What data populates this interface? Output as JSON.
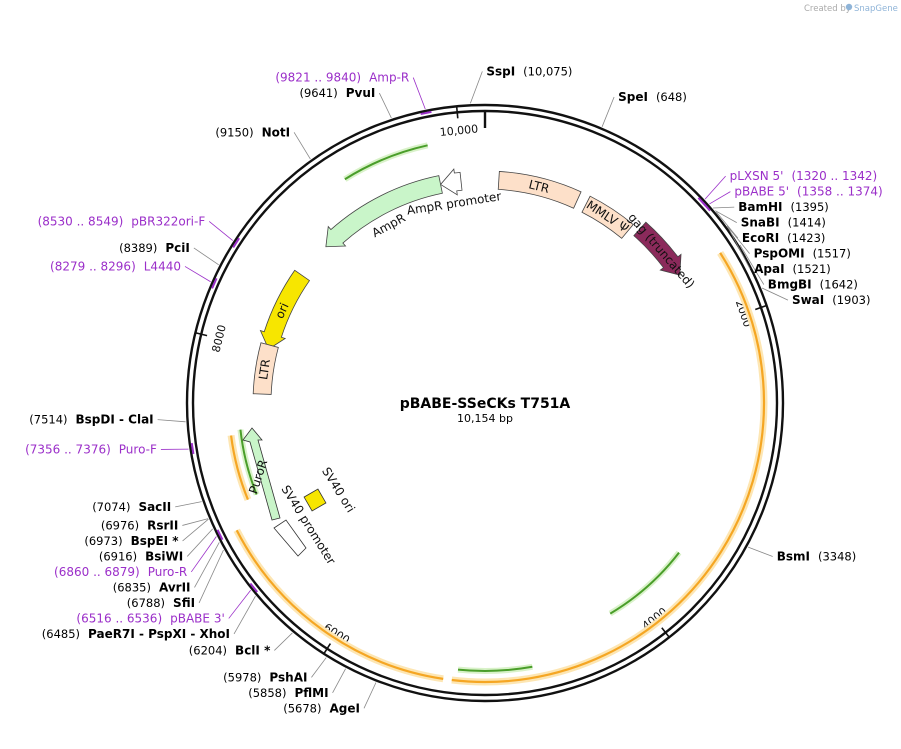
{
  "credit": {
    "prefix": "Created by",
    "brand": "SnapGene"
  },
  "plasmid": {
    "name": "pBABE-SSeCKs T751A",
    "size_label": "10,154 bp",
    "length": 10154
  },
  "colors": {
    "primer": "#9b2fc9",
    "gag": "#8b2a5b",
    "ampr": "#c9f5c9",
    "ori": "#f7e600",
    "ltr": "#fde0c9",
    "orf_fill": "#f5a623",
    "orf_glow": "#fde6b3",
    "green_orf": "#4a9e2a"
  },
  "ticks": [
    {
      "pos": 2000,
      "label": "2000"
    },
    {
      "pos": 4000,
      "label": "4000"
    },
    {
      "pos": 6000,
      "label": "6000"
    },
    {
      "pos": 8000,
      "label": "8000"
    },
    {
      "pos": 10000,
      "label": "10,000"
    }
  ],
  "enzymes": [
    {
      "name": "SspI",
      "pos_label": "(10,075)",
      "pos": 10075,
      "side": "right"
    },
    {
      "name": "SpeI",
      "pos_label": "(648)",
      "pos": 648,
      "side": "right"
    },
    {
      "name": "BamHI",
      "pos_label": "(1395)",
      "pos": 1395,
      "side": "right"
    },
    {
      "name": "SnaBI",
      "pos_label": "(1414)",
      "pos": 1414,
      "side": "right"
    },
    {
      "name": "EcoRI",
      "pos_label": "(1423)",
      "pos": 1423,
      "side": "right"
    },
    {
      "name": "PspOMI",
      "pos_label": "(1517)",
      "pos": 1517,
      "side": "right"
    },
    {
      "name": "ApaI",
      "pos_label": "(1521)",
      "pos": 1521,
      "side": "right"
    },
    {
      "name": "BmgBI",
      "pos_label": "(1642)",
      "pos": 1642,
      "side": "right"
    },
    {
      "name": "SwaI",
      "pos_label": "(1903)",
      "pos": 1903,
      "side": "right"
    },
    {
      "name": "BsmI",
      "pos_label": "(3348)",
      "pos": 3348,
      "side": "right"
    },
    {
      "name": "AgeI",
      "pos_label": "(5678)",
      "pos": 5678,
      "side": "left"
    },
    {
      "name": "PflMI",
      "pos_label": "(5858)",
      "pos": 5858,
      "side": "left"
    },
    {
      "name": "PshAI",
      "pos_label": "(5978)",
      "pos": 5978,
      "side": "left"
    },
    {
      "name": "BclI *",
      "pos_label": "(6204)",
      "pos": 6204,
      "side": "left"
    },
    {
      "name": "PaeR7I  -  PspXI  -  XhoI",
      "pos_label": "(6485)",
      "pos": 6485,
      "side": "left"
    },
    {
      "name": "SfiI",
      "pos_label": "(6788)",
      "pos": 6788,
      "side": "left"
    },
    {
      "name": "AvrII",
      "pos_label": "(6835)",
      "pos": 6835,
      "side": "left"
    },
    {
      "name": "BsiWI",
      "pos_label": "(6916)",
      "pos": 6916,
      "side": "left"
    },
    {
      "name": "BspEI *",
      "pos_label": "(6973)",
      "pos": 6973,
      "side": "left"
    },
    {
      "name": "RsrII",
      "pos_label": "(6976)",
      "pos": 6976,
      "side": "left"
    },
    {
      "name": "SacII",
      "pos_label": "(7074)",
      "pos": 7074,
      "side": "left"
    },
    {
      "name": "BspDI  -  ClaI",
      "pos_label": "(7514)",
      "pos": 7514,
      "side": "left"
    },
    {
      "name": "PciI",
      "pos_label": "(8389)",
      "pos": 8389,
      "side": "left"
    },
    {
      "name": "NotI",
      "pos_label": "(9150)",
      "pos": 9150,
      "side": "left"
    },
    {
      "name": "PvuI",
      "pos_label": "(9641)",
      "pos": 9641,
      "side": "left"
    }
  ],
  "primers": [
    {
      "name": "Amp-R",
      "range_label": "(9821 .. 9840)",
      "pos": 9830,
      "side": "left"
    },
    {
      "name": "pLXSN 5'",
      "range_label": "(1320 .. 1342)",
      "pos": 1331,
      "side": "right"
    },
    {
      "name": "pBABE 5'",
      "range_label": "(1358 .. 1374)",
      "pos": 1366,
      "side": "right"
    },
    {
      "name": "pBR322ori-F",
      "range_label": "(8530 .. 8549)",
      "pos": 8540,
      "side": "left"
    },
    {
      "name": "L4440",
      "range_label": "(8279 .. 8296)",
      "pos": 8288,
      "side": "left"
    },
    {
      "name": "Puro-F",
      "range_label": "(7356 .. 7376)",
      "pos": 7366,
      "side": "left"
    },
    {
      "name": "Puro-R",
      "range_label": "(6860 .. 6879)",
      "pos": 6870,
      "side": "left"
    },
    {
      "name": "pBABE 3'",
      "range_label": "(6516 .. 6536)",
      "pos": 6526,
      "side": "left"
    }
  ],
  "features": [
    {
      "name": "LTR",
      "start": 100,
      "end": 690,
      "kind": "ltr"
    },
    {
      "name": "MMLV Ψ",
      "start": 760,
      "end": 1120,
      "kind": "ltr"
    },
    {
      "name": "gag (truncated)",
      "start": 1175,
      "end": 1600,
      "kind": "gag"
    },
    {
      "name": "AmpR promoter",
      "start": 9830,
      "end": 9980,
      "kind": "prom"
    },
    {
      "name": "AmpR",
      "start": 8870,
      "end": 9830,
      "kind": "ampr"
    },
    {
      "name": "ori",
      "start": 8010,
      "end": 8600,
      "kind": "ori"
    },
    {
      "name": "LTR",
      "start": 7680,
      "end": 8040,
      "kind": "ltr"
    }
  ],
  "sv40_labels": {
    "ori": "SV40 ori",
    "promoter": "SV40 promoter",
    "puro": "PuroR"
  }
}
